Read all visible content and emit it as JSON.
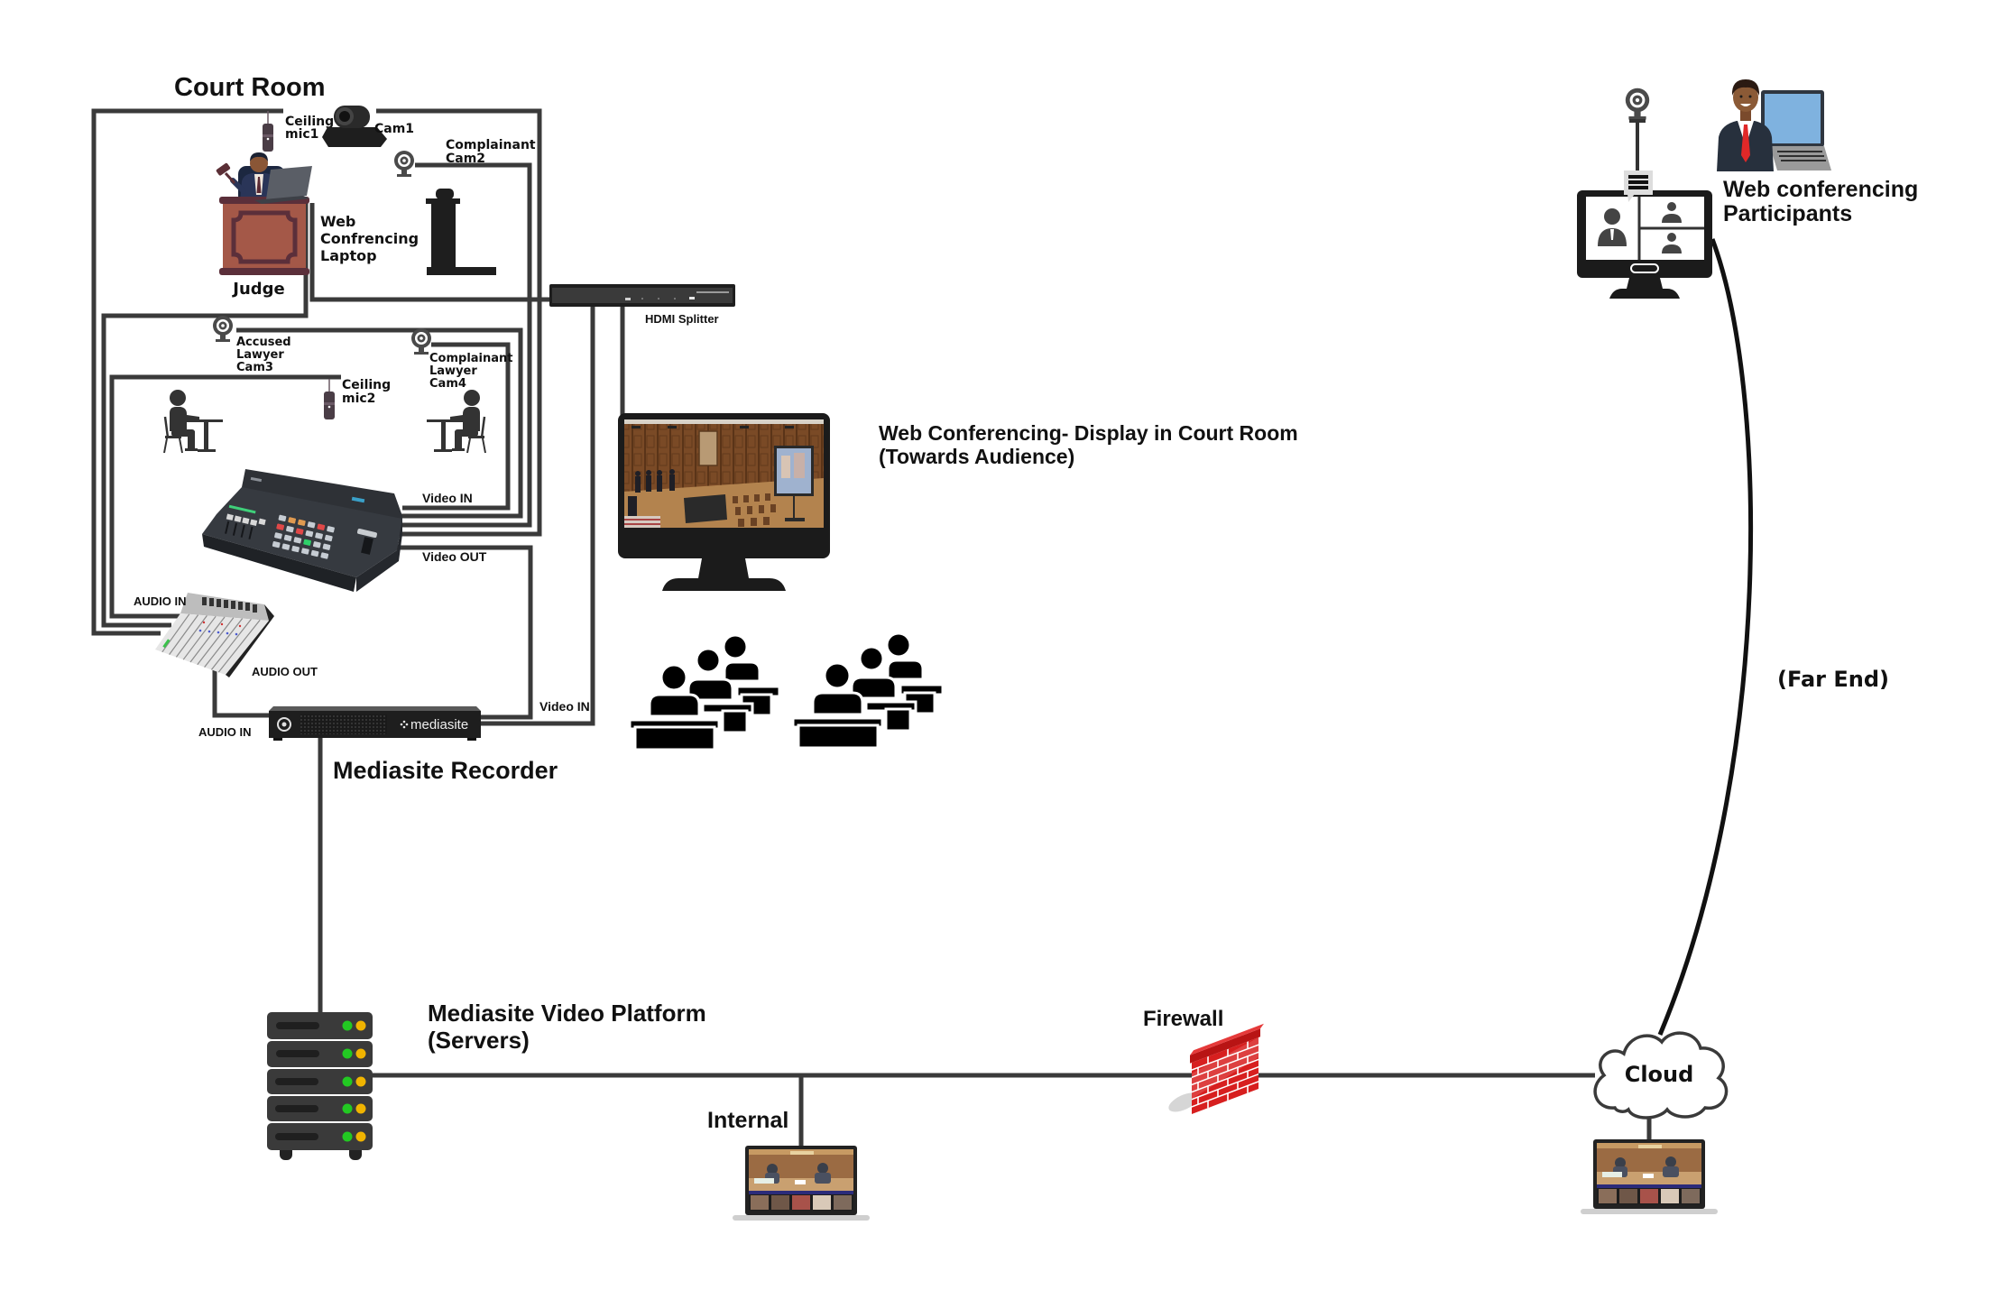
{
  "court_room": {
    "title": "Court Room",
    "ceiling_mic1_label": [
      "Ceiling",
      "mic1"
    ],
    "cam1_label": "Cam1",
    "complainant_cam2_label": [
      "Complainant",
      "Cam2"
    ],
    "web_conf_laptop_label": [
      "Web",
      "Confrencing",
      "Laptop"
    ],
    "judge_label": "Judge",
    "accused_lawyer_cam3_label": [
      "Accused",
      "Lawyer",
      "Cam3"
    ],
    "ceiling_mic2_label": [
      "Ceiling",
      "mic2"
    ],
    "complainant_lawyer_cam4_label": [
      "Complainant",
      "Lawyer",
      "Cam4"
    ],
    "switcher": {
      "video_in_label": "Video IN",
      "video_out_label": "Video OUT"
    },
    "mixer": {
      "audio_in_label": "AUDIO IN",
      "audio_out_label": "AUDIO OUT"
    }
  },
  "hdmi_splitter": {
    "label": "HDMI Splitter"
  },
  "display": {
    "label_lines": [
      "Web Conferencing- Display in Court Room",
      "(Towards Audience)"
    ]
  },
  "recorder": {
    "audio_in_label": "AUDIO IN",
    "video_in_label": "Video IN",
    "brand": "mediasite",
    "title": "Mediasite Recorder"
  },
  "platform": {
    "title_lines": [
      "Mediasite Video Platform",
      "(Servers)"
    ]
  },
  "network": {
    "internal_label": "Internal",
    "firewall_label": "Firewall",
    "cloud_label": "Cloud"
  },
  "far_end": {
    "label": "(Far End)",
    "participants_label_lines": [
      "Web conferencing",
      "Participants"
    ]
  },
  "colors": {
    "wire": "#3a3a3a",
    "led_green": "#22c922",
    "led_amber": "#f0b400",
    "firewall_red": "#d71f1f",
    "judge_desk": "#a45848",
    "participant_screen": "#7fb2df",
    "tie_red": "#e02828"
  }
}
